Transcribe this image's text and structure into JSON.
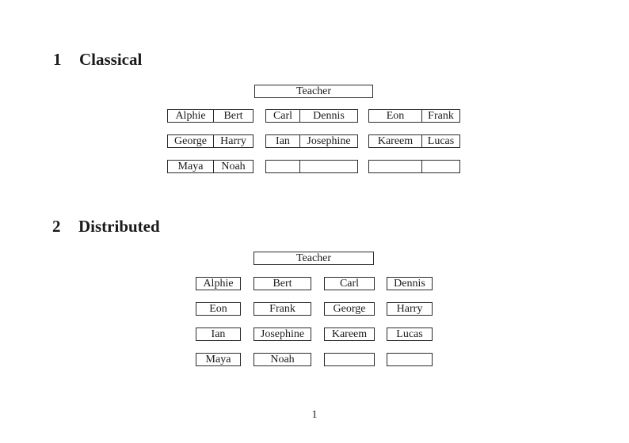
{
  "page_number": "1",
  "sections": [
    {
      "number": "1",
      "title": "Classical",
      "teacher_label": "Teacher",
      "desk_rows": [
        [
          [
            "Alphie",
            "Bert"
          ],
          [
            "Carl",
            "Dennis"
          ],
          [
            "Eon",
            "Frank"
          ]
        ],
        [
          [
            "George",
            "Harry"
          ],
          [
            "Ian",
            "Josephine"
          ],
          [
            "Kareem",
            "Lucas"
          ]
        ],
        [
          [
            "Maya",
            "Noah"
          ],
          [
            "",
            ""
          ],
          [
            "",
            ""
          ]
        ]
      ]
    },
    {
      "number": "2",
      "title": "Distributed",
      "teacher_label": "Teacher",
      "seat_rows": [
        [
          "Alphie",
          "Bert",
          "Carl",
          "Dennis"
        ],
        [
          "Eon",
          "Frank",
          "George",
          "Harry"
        ],
        [
          "Ian",
          "Josephine",
          "Kareem",
          "Lucas"
        ],
        [
          "Maya",
          "Noah",
          "",
          ""
        ]
      ]
    }
  ]
}
